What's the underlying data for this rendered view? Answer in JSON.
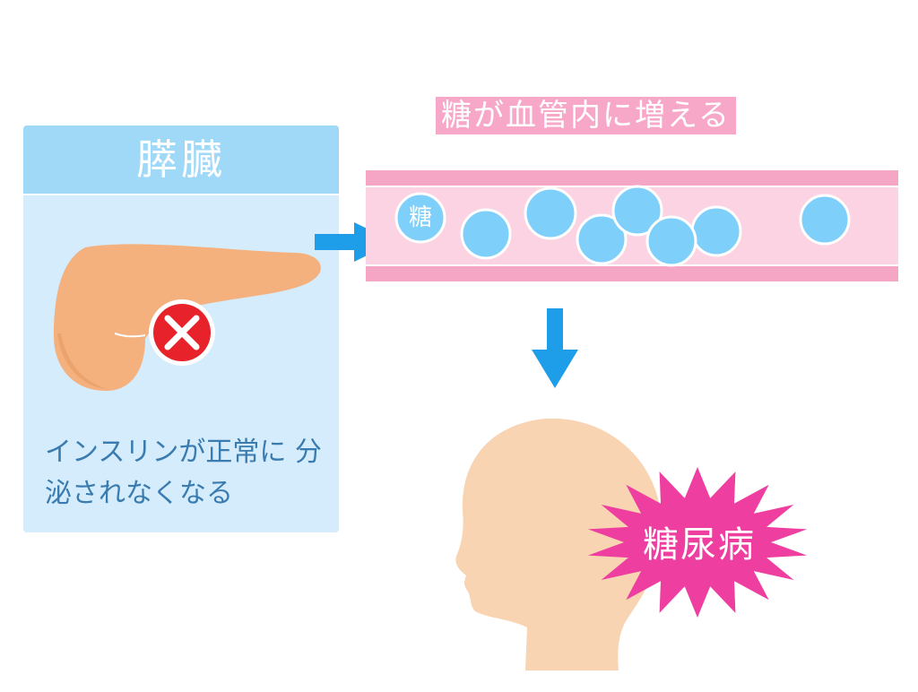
{
  "pancreas_panel": {
    "title": "膵臓",
    "caption": "インスリンが正常に 分泌されなくなる"
  },
  "vessel": {
    "title": "糖が血管内に増える",
    "glucose_label": "糖"
  },
  "outcome": {
    "label": "糖尿病"
  },
  "colors": {
    "panel_header": "#9fd9f7",
    "panel_body": "#d4ecfb",
    "pancreas": "#f5b17d",
    "vessel_wall": "#f4a6c4",
    "vessel_inner": "#fbd3e2",
    "glucose": "#7ecff9",
    "arrow": "#1e9de8",
    "cross_badge": "#e8222b",
    "head": "#f8d4b3",
    "starburst": "#ee3fa0"
  },
  "icons": [
    "cross-icon",
    "arrow-right-icon",
    "arrow-down-icon",
    "pancreas-organ",
    "head-silhouette",
    "starburst-shape"
  ]
}
